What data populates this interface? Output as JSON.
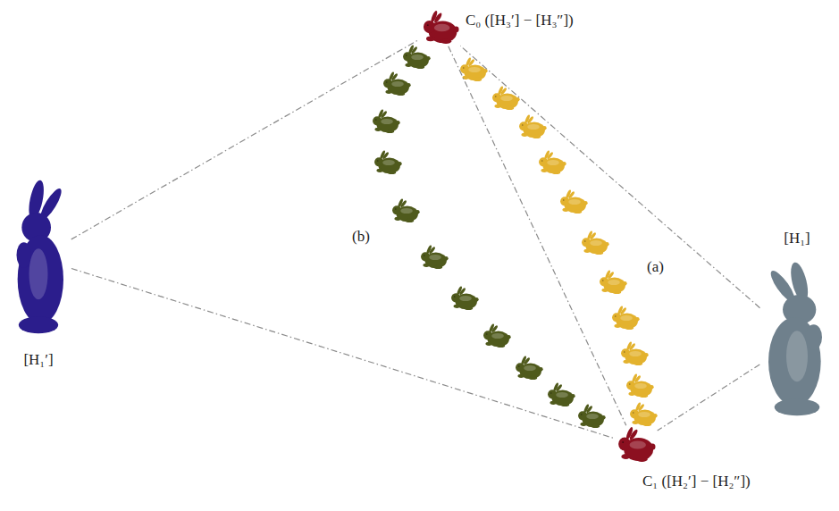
{
  "diagram": {
    "nodes": [
      {
        "text": [
          "[H₁′]"
        ]
      },
      {
        "text": [
          "C₀ ([H₃′] − [H₃″])"
        ]
      },
      {
        "text": [
          "C₁ ([H₂′] − [H₂″])"
        ]
      },
      {
        "text": [
          "[H₁]"
        ]
      }
    ],
    "edges": [
      {
        "from": 0,
        "to": 1,
        "arrow": "none"
      },
      {
        "from": 0,
        "to": 2,
        "arrow": "none"
      },
      {
        "from": 3,
        "to": 1,
        "arrow": "none"
      },
      {
        "from": 3,
        "to": 2,
        "arrow": "none"
      },
      {
        "from": 1,
        "to": 2,
        "arrow": "none"
      }
    ],
    "labels": [
      "(b)",
      "(a)"
    ]
  }
}
